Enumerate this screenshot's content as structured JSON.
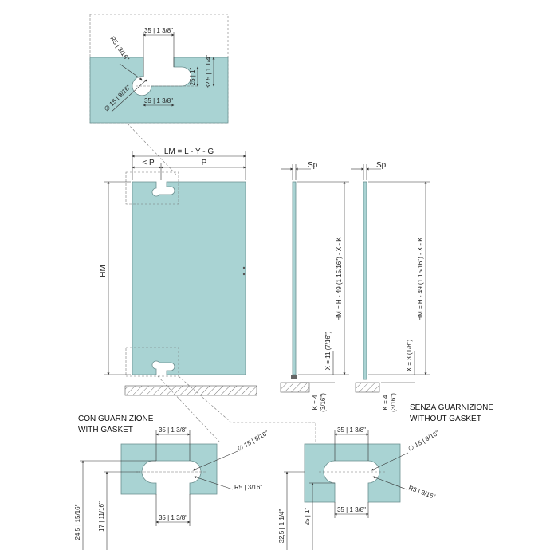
{
  "detail_top": {
    "width_label": "35 | 1 3/8\"",
    "depth_label": "32,5 | 1 1/4\"",
    "radius_label": "R5 | 3/16\"",
    "diameter_label": "∅ 15 | 9/16\"",
    "height25_label": "25 | 1\"",
    "bottom_width_label": "35 | 1 3/8\""
  },
  "panel": {
    "lm_label": "LM = L - Y - G",
    "p_small_label": "< P",
    "p_label": "P",
    "hm_label": "HM"
  },
  "side_with": {
    "sp_label": "Sp",
    "hm_label": "HM = H - 49 (1  15/16\") - X - K",
    "x_label": "X = 11 (7/16\")",
    "k_label": "K = 4",
    "k_imp_label": "(3/16\")"
  },
  "side_without": {
    "sp_label": "Sp",
    "hm_label": "HM = H - 49 (1  15/16\") - X - K",
    "x_label": "X = 3 (1/8\")",
    "k_label": "K = 4",
    "k_imp_label": "(3/16\")"
  },
  "captions": {
    "with_it": "CON GUARNIZIONE",
    "with_en": "WITH GASKET",
    "without_it": "SENZA GUARNIZIONE",
    "without_en": "WITHOUT GASKET"
  },
  "detail_left": {
    "top_label": "35 | 1 3/8\"",
    "diameter_label": "∅ 15 | 9/16\"",
    "radius_label": "R5 | 3/16\"",
    "h245_label": "24,5 | 15/16\"",
    "h17_label": "17 | 11/16\"",
    "bottom_label": "35 | 1 3/8\""
  },
  "detail_right": {
    "top_label": "35 | 1 3/8\"",
    "diameter_label": "∅ 15 | 9/16\"",
    "radius_label": "R5 | 3/16\"",
    "h325_label": "32,5 | 1 1/4\"",
    "h25_label": "25 | 1\"",
    "bottom_label": "35 | 1 3/8\""
  }
}
